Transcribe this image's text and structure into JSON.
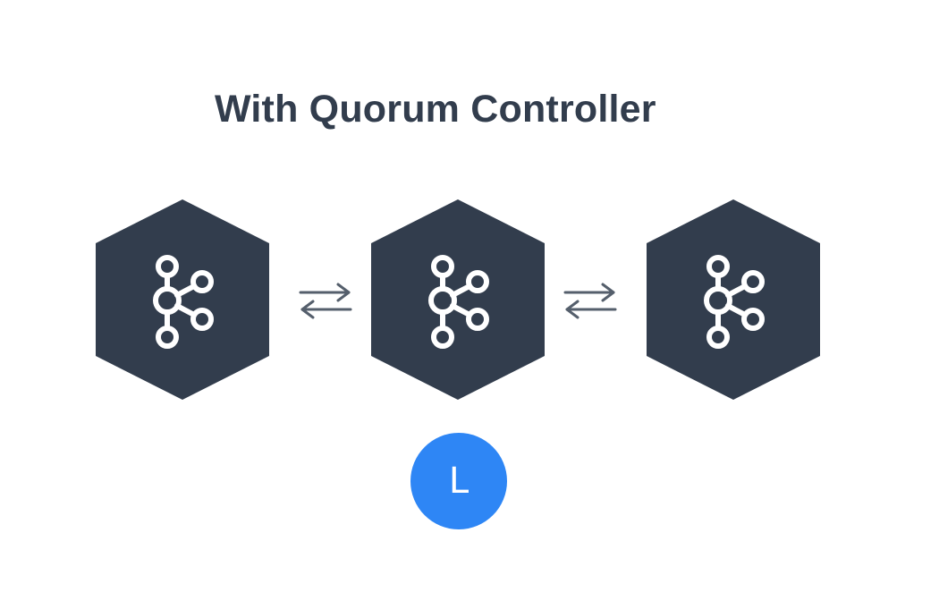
{
  "diagram": {
    "title": "With Quorum Controller",
    "nodes": [
      {
        "icon": "kafka-logo-icon",
        "role": "controller"
      },
      {
        "icon": "kafka-logo-icon",
        "role": "controller"
      },
      {
        "icon": "kafka-logo-icon",
        "role": "controller"
      }
    ],
    "connections": [
      {
        "from": 0,
        "to": 1,
        "icon": "bidirectional-arrows-icon"
      },
      {
        "from": 1,
        "to": 2,
        "icon": "bidirectional-arrows-icon"
      }
    ],
    "leader": {
      "label": "L",
      "node": 1
    },
    "colors": {
      "title": "#323d4d",
      "hexagon": "#323d4d",
      "icon_stroke": "#ffffff",
      "arrow": "#555f6c",
      "leader_badge": "#2e86f5",
      "background": "#ffffff"
    }
  }
}
